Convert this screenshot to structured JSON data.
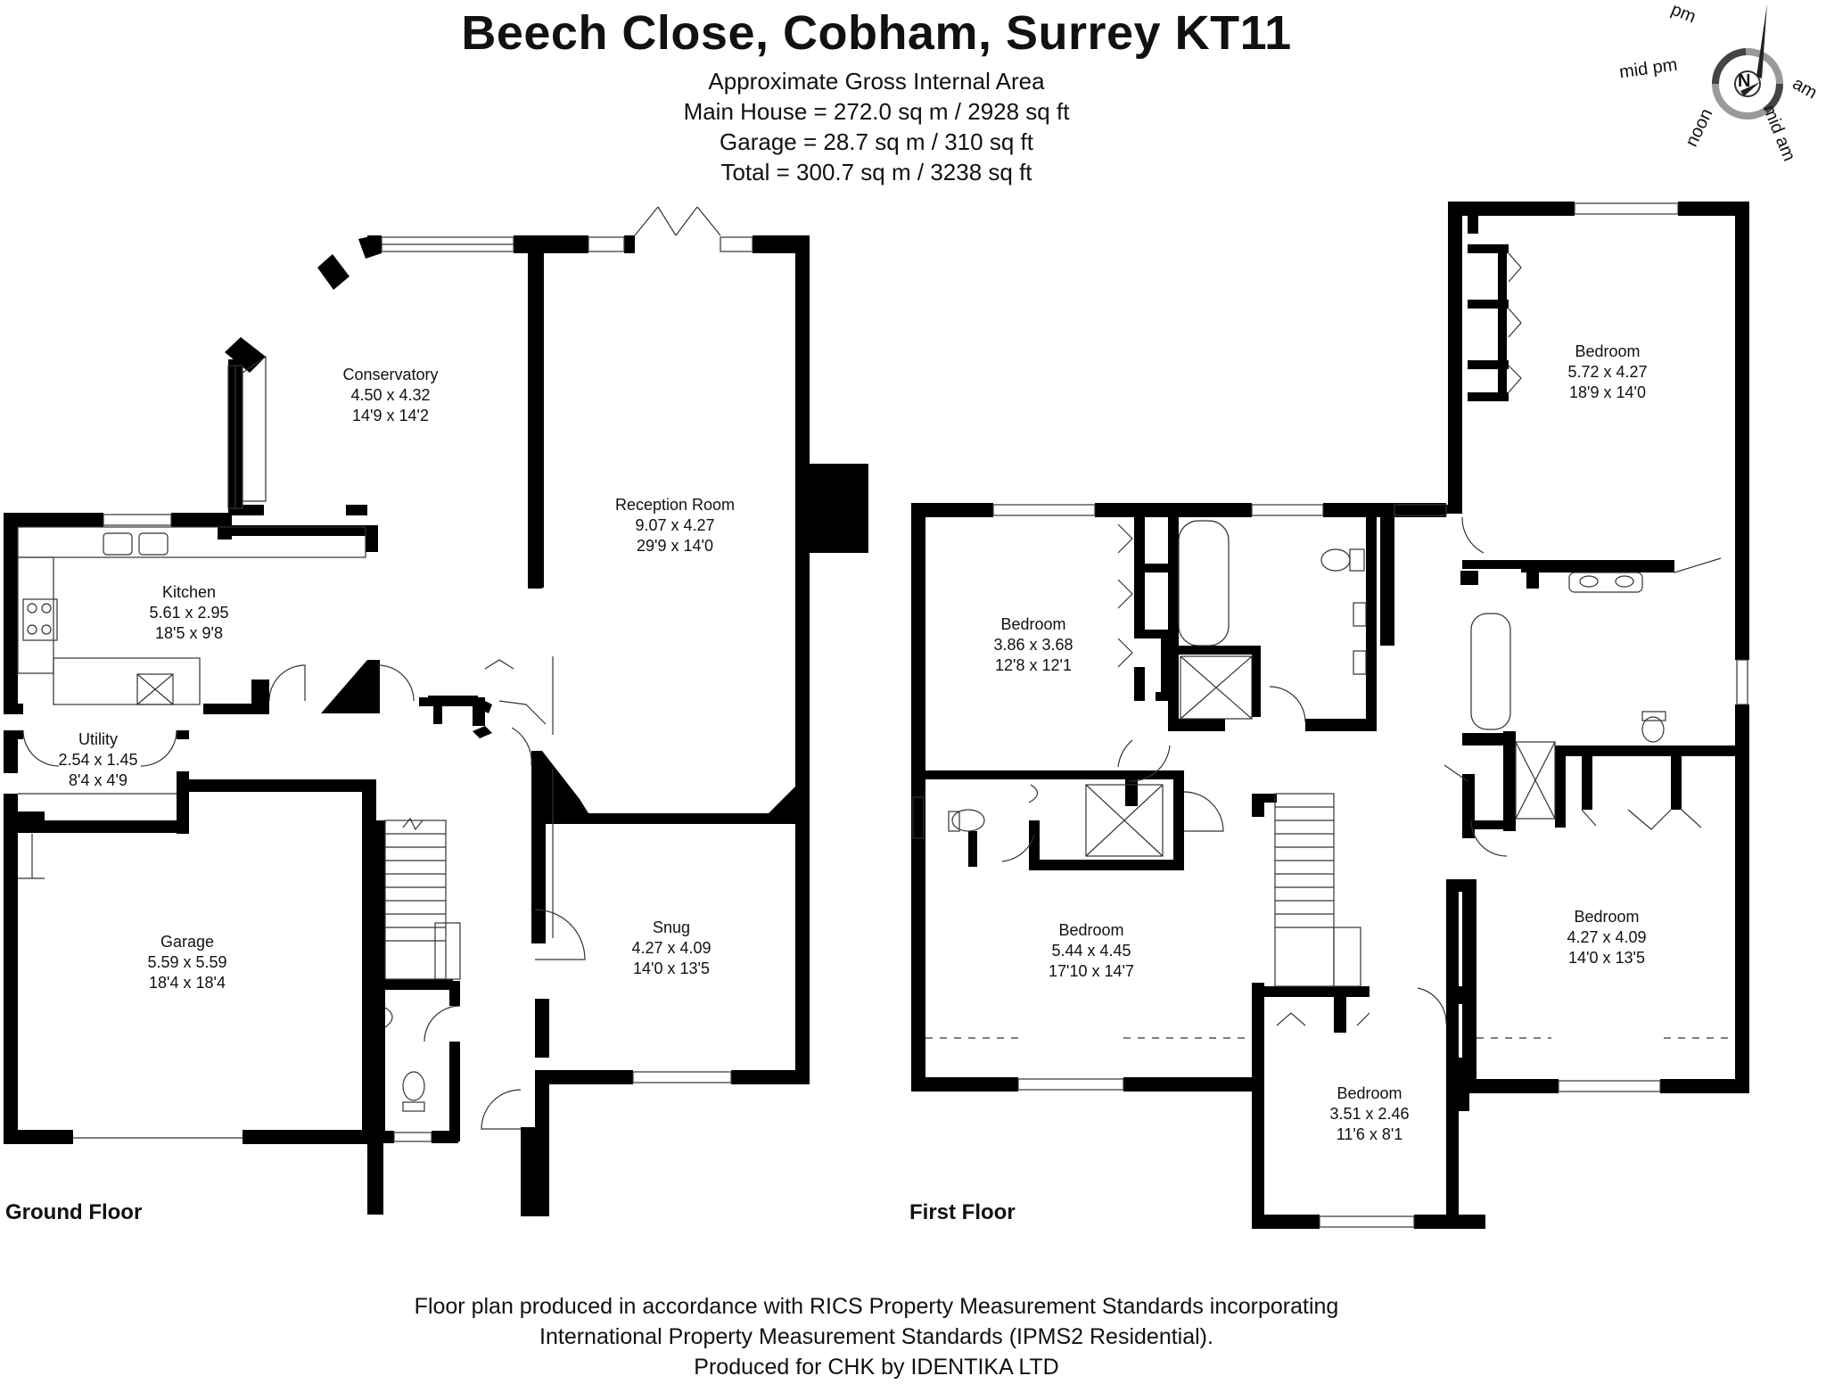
{
  "header": {
    "title": "Beech Close, Cobham, Surrey KT11",
    "area_lines": [
      "Approximate Gross Internal Area",
      "Main House = 272.0 sq m / 2928 sq ft",
      "Garage = 28.7 sq m / 310 sq ft",
      "Total = 300.7 sq m / 3238 sq ft"
    ]
  },
  "compass": {
    "north": "N",
    "labels": [
      "pm",
      "mid pm",
      "noon",
      "mid am",
      "am"
    ]
  },
  "floors": {
    "ground": "Ground Floor",
    "first": "First Floor"
  },
  "rooms": {
    "conservatory": {
      "name": "Conservatory",
      "metric": "4.50 x 4.32",
      "imperial": "14'9 x 14'2"
    },
    "reception": {
      "name": "Reception Room",
      "metric": "9.07 x 4.27",
      "imperial": "29'9 x 14'0"
    },
    "kitchen": {
      "name": "Kitchen",
      "metric": "5.61 x 2.95",
      "imperial": "18'5 x 9'8"
    },
    "utility": {
      "name": "Utility",
      "metric": "2.54 x 1.45",
      "imperial": "8'4 x 4'9"
    },
    "garage": {
      "name": "Garage",
      "metric": "5.59 x 5.59",
      "imperial": "18'4 x 18'4"
    },
    "snug": {
      "name": "Snug",
      "metric": "4.27 x 4.09",
      "imperial": "14'0 x 13'5"
    },
    "bed1": {
      "name": "Bedroom",
      "metric": "5.72 x 4.27",
      "imperial": "18'9 x 14'0"
    },
    "bed2": {
      "name": "Bedroom",
      "metric": "3.86 x 3.68",
      "imperial": "12'8 x 12'1"
    },
    "bed3": {
      "name": "Bedroom",
      "metric": "5.44 x 4.45",
      "imperial": "17'10 x 14'7"
    },
    "bed4": {
      "name": "Bedroom",
      "metric": "4.27 x 4.09",
      "imperial": "14'0 x 13'5"
    },
    "bed5": {
      "name": "Bedroom",
      "metric": "3.51 x 2.46",
      "imperial": "11'6 x 8'1"
    }
  },
  "footer": {
    "lines": [
      "Floor plan produced in accordance with RICS Property Measurement Standards incorporating",
      "International Property Measurement Standards (IPMS2 Residential).",
      "Produced for CHK by IDENTIKA LTD"
    ]
  },
  "colors": {
    "wall": "#000000",
    "background": "#ffffff",
    "fixture": "#444444",
    "compass_ring": "#9a9a9a"
  }
}
